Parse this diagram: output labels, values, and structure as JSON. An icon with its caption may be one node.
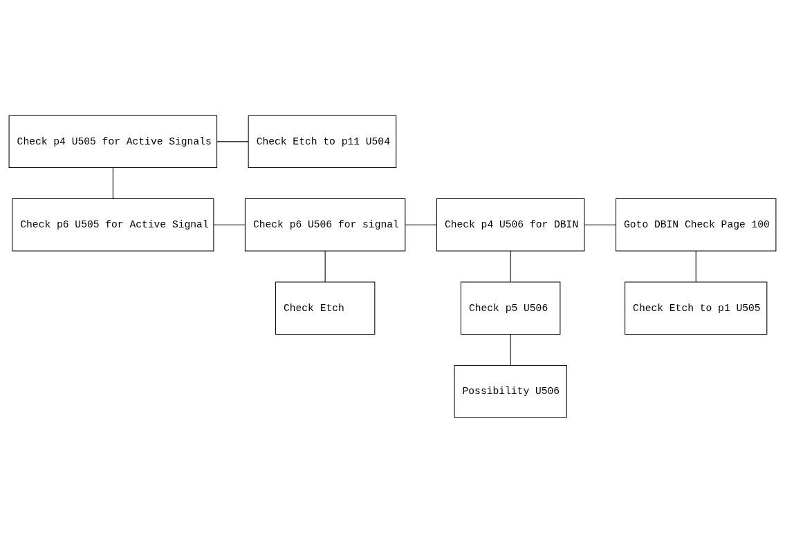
{
  "diagram": {
    "nodes": [
      {
        "text": [
          "Check p4 U505 for Active Signals"
        ]
      },
      {
        "text": [
          "Check Etch to p11 U504"
        ]
      },
      {
        "text": [
          "Check p6 U505 for Active Signal"
        ]
      },
      {
        "text": [
          "Check p6 U506 for signal"
        ]
      },
      {
        "text": [
          "Check p4 U506 for DBIN"
        ]
      },
      {
        "text": [
          "Goto DBIN Check Page 100"
        ]
      },
      {
        "text": [
          "Check Etch"
        ]
      },
      {
        "text": [
          "Check p5 U506"
        ]
      },
      {
        "text": [
          "Check Etch to p1 U505"
        ]
      },
      {
        "text": [
          "Possibility U506"
        ]
      }
    ],
    "edges": [
      {
        "from": 0,
        "to": 1,
        "arrow": "none"
      },
      {
        "from": 0,
        "to": 2,
        "arrow": "none"
      },
      {
        "from": 2,
        "to": 3,
        "arrow": "none"
      },
      {
        "from": 3,
        "to": 4,
        "arrow": "none"
      },
      {
        "from": 4,
        "to": 5,
        "arrow": "none"
      },
      {
        "from": 3,
        "to": 6,
        "arrow": "none"
      },
      {
        "from": 4,
        "to": 7,
        "arrow": "none"
      },
      {
        "from": 5,
        "to": 8,
        "arrow": "none"
      },
      {
        "from": 7,
        "to": 9,
        "arrow": "none"
      }
    ]
  }
}
